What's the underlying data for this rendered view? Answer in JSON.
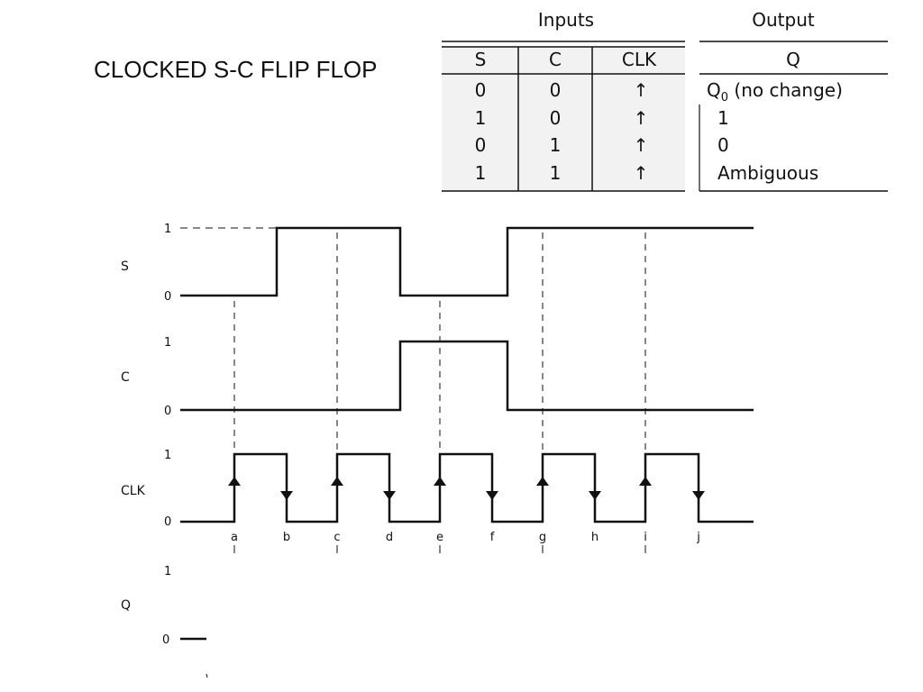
{
  "title": "CLOCKED S-C FLIP FLOP",
  "truth_table": {
    "inputs_label": "Inputs",
    "output_label": "Output",
    "headers": [
      "S",
      "C",
      "CLK",
      "Q"
    ],
    "rows": [
      {
        "s": "0",
        "c": "0",
        "clk": "↑",
        "q_main": "Q",
        "q_sub": "0",
        "q_rest": " (no change)"
      },
      {
        "s": "1",
        "c": "0",
        "clk": "↑",
        "q_main": "1",
        "q_sub": "",
        "q_rest": ""
      },
      {
        "s": "0",
        "c": "1",
        "clk": "↑",
        "q_main": "0",
        "q_sub": "",
        "q_rest": ""
      },
      {
        "s": "1",
        "c": "1",
        "clk": "↑",
        "q_main": "Ambiguous",
        "q_sub": "",
        "q_rest": ""
      }
    ]
  },
  "timing": {
    "signals": [
      {
        "name": "S",
        "high_label": "1",
        "low_label": "0"
      },
      {
        "name": "C",
        "high_label": "1",
        "low_label": "0"
      },
      {
        "name": "CLK",
        "high_label": "1",
        "low_label": "0"
      },
      {
        "name": "Q",
        "high_label": "1",
        "low_label": "0"
      }
    ],
    "edge_labels": [
      "a",
      "b",
      "c",
      "d",
      "e",
      "f",
      "g",
      "h",
      "i",
      "j"
    ]
  }
}
